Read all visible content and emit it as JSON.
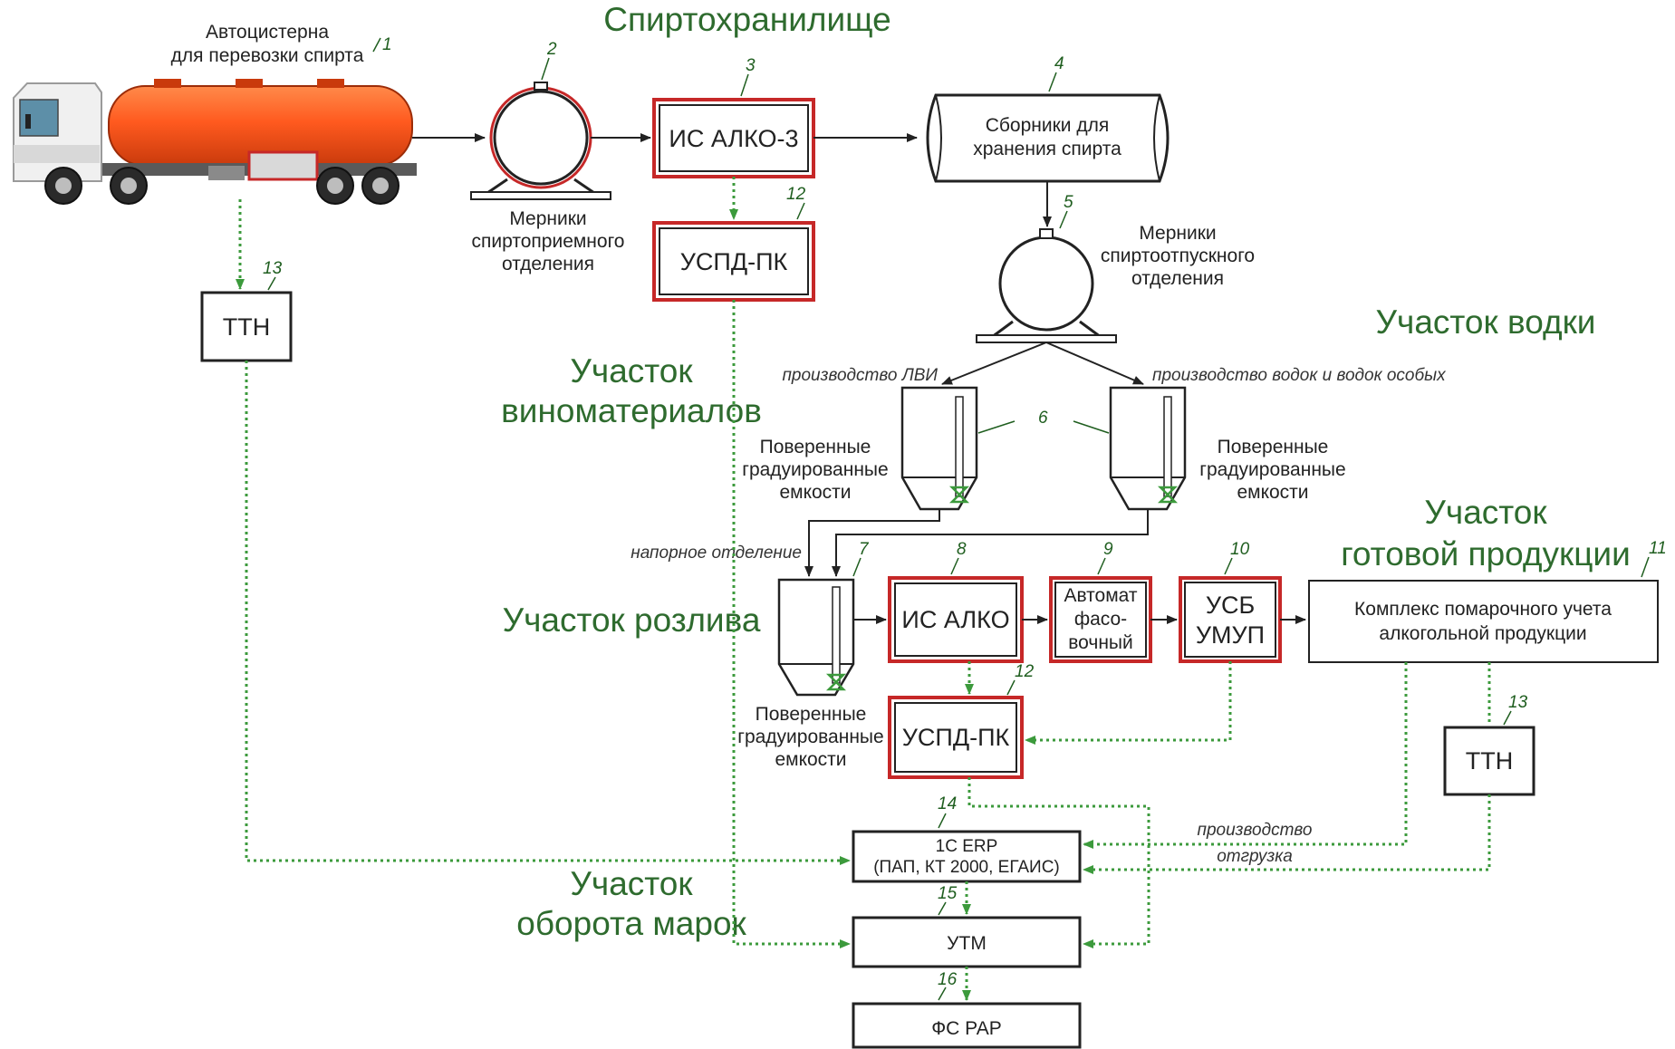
{
  "colors": {
    "stroke": "#222222",
    "red_border": "#c62828",
    "dotted_green": "#3c9a3c",
    "section_text": "#2e6b2e",
    "truck_tank": "#ff5a1f"
  },
  "sections": {
    "storage": "Спиртохранилище",
    "vodka": "Участок водки",
    "wine_1": "Участок",
    "wine_2": "виноматериалов",
    "bottling": "Участок розлива",
    "finished_1": "Участок",
    "finished_2": "готовой продукции",
    "stamps_1": "Участок",
    "stamps_2": "оборота марок"
  },
  "labels": {
    "truck_1": "Автоцистерна",
    "truck_2": "для перевозки спирта",
    "meter_in_1": "Мерники",
    "meter_in_2": "спиртоприемного",
    "meter_in_3": "отделения",
    "meter_out_1": "Мерники",
    "meter_out_2": "спиртоотпускного",
    "meter_out_3": "отделения",
    "tank_1": "Поверенные",
    "tank_2": "градуированные",
    "tank_3": "емкости",
    "branch_lvi": "производство ЛВИ",
    "branch_vodka": "производство водок и водок особых",
    "pressure": "напорное отделение",
    "production": "производство",
    "shipment": "отгрузка"
  },
  "boxes": {
    "is_alko3": "ИС АЛКО-3",
    "uspd_top": "УСПД-ПК",
    "ttn_left": "ТТН",
    "storage_1": "Сборники для",
    "storage_2": "хранения спирта",
    "is_alko": "ИС АЛКО",
    "auto_1": "Автомат",
    "auto_2": "фасо-",
    "auto_3": "вочный",
    "usb_1": "УСБ",
    "usb_2": "УМУП",
    "complex_1": "Комплекс помарочного учета",
    "complex_2": "алкогольной продукции",
    "uspd_bottom": "УСПД-ПК",
    "ttn_right": "ТТН",
    "erp_1": "1С  ERP",
    "erp_2": "(ПАП, КТ 2000, ЕГАИС)",
    "utm": "УТМ",
    "fsrar": "ФС РАР"
  },
  "numbers": {
    "n1": "1",
    "n2": "2",
    "n3": "3",
    "n4": "4",
    "n5": "5",
    "n6": "6",
    "n7": "7",
    "n8": "8",
    "n9": "9",
    "n10": "10",
    "n11": "11",
    "n12a": "12",
    "n12b": "12",
    "n13a": "13",
    "n13b": "13",
    "n14": "14",
    "n15": "15",
    "n16": "16"
  }
}
